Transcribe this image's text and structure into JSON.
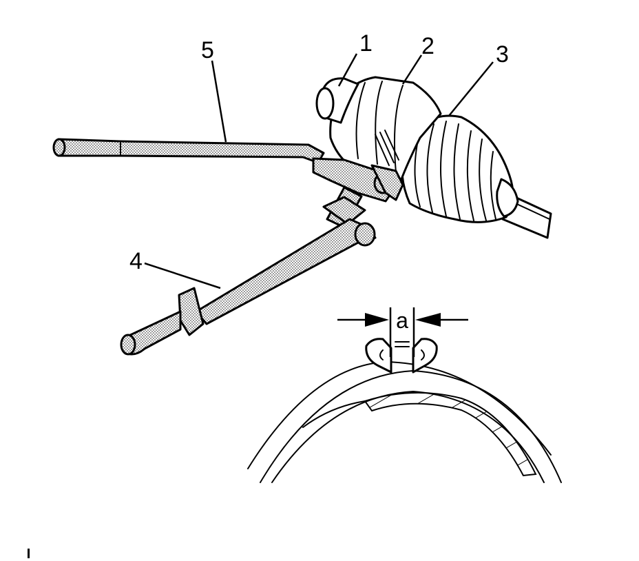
{
  "callouts": {
    "c1": "1",
    "c2": "2",
    "c3": "3",
    "c4": "4",
    "c5": "5"
  },
  "dimension": {
    "label": "a"
  },
  "colors": {
    "ink": "#000000",
    "paper": "#ffffff",
    "stipple": "#9a9a9a"
  }
}
